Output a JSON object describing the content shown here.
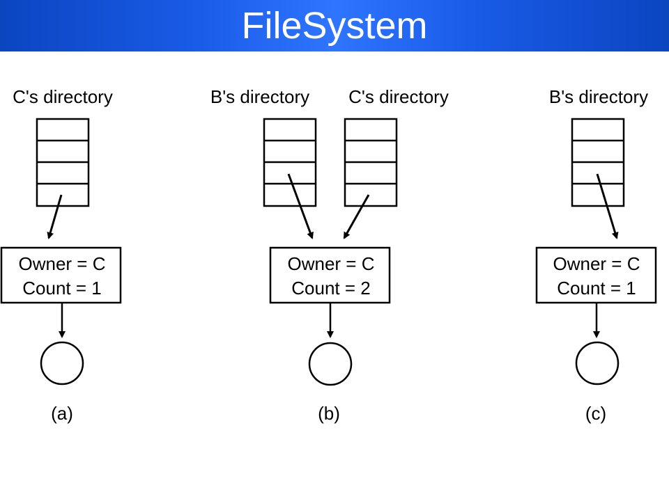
{
  "title": "FileSystem",
  "panels": [
    {
      "directories": [
        "C's directory"
      ],
      "owner_label": "Owner = C",
      "count_label": "Count = 1",
      "caption": "(a)"
    },
    {
      "directories": [
        "B's directory",
        "C's directory"
      ],
      "owner_label": "Owner = C",
      "count_label": "Count = 2",
      "caption": "(b)"
    },
    {
      "directories": [
        "B's directory"
      ],
      "owner_label": "Owner = C",
      "count_label": "Count = 1",
      "caption": "(c)"
    }
  ],
  "colors": {
    "title_bar": "#1a5ce8",
    "title_text": "#ffffff",
    "stroke": "#000000"
  }
}
